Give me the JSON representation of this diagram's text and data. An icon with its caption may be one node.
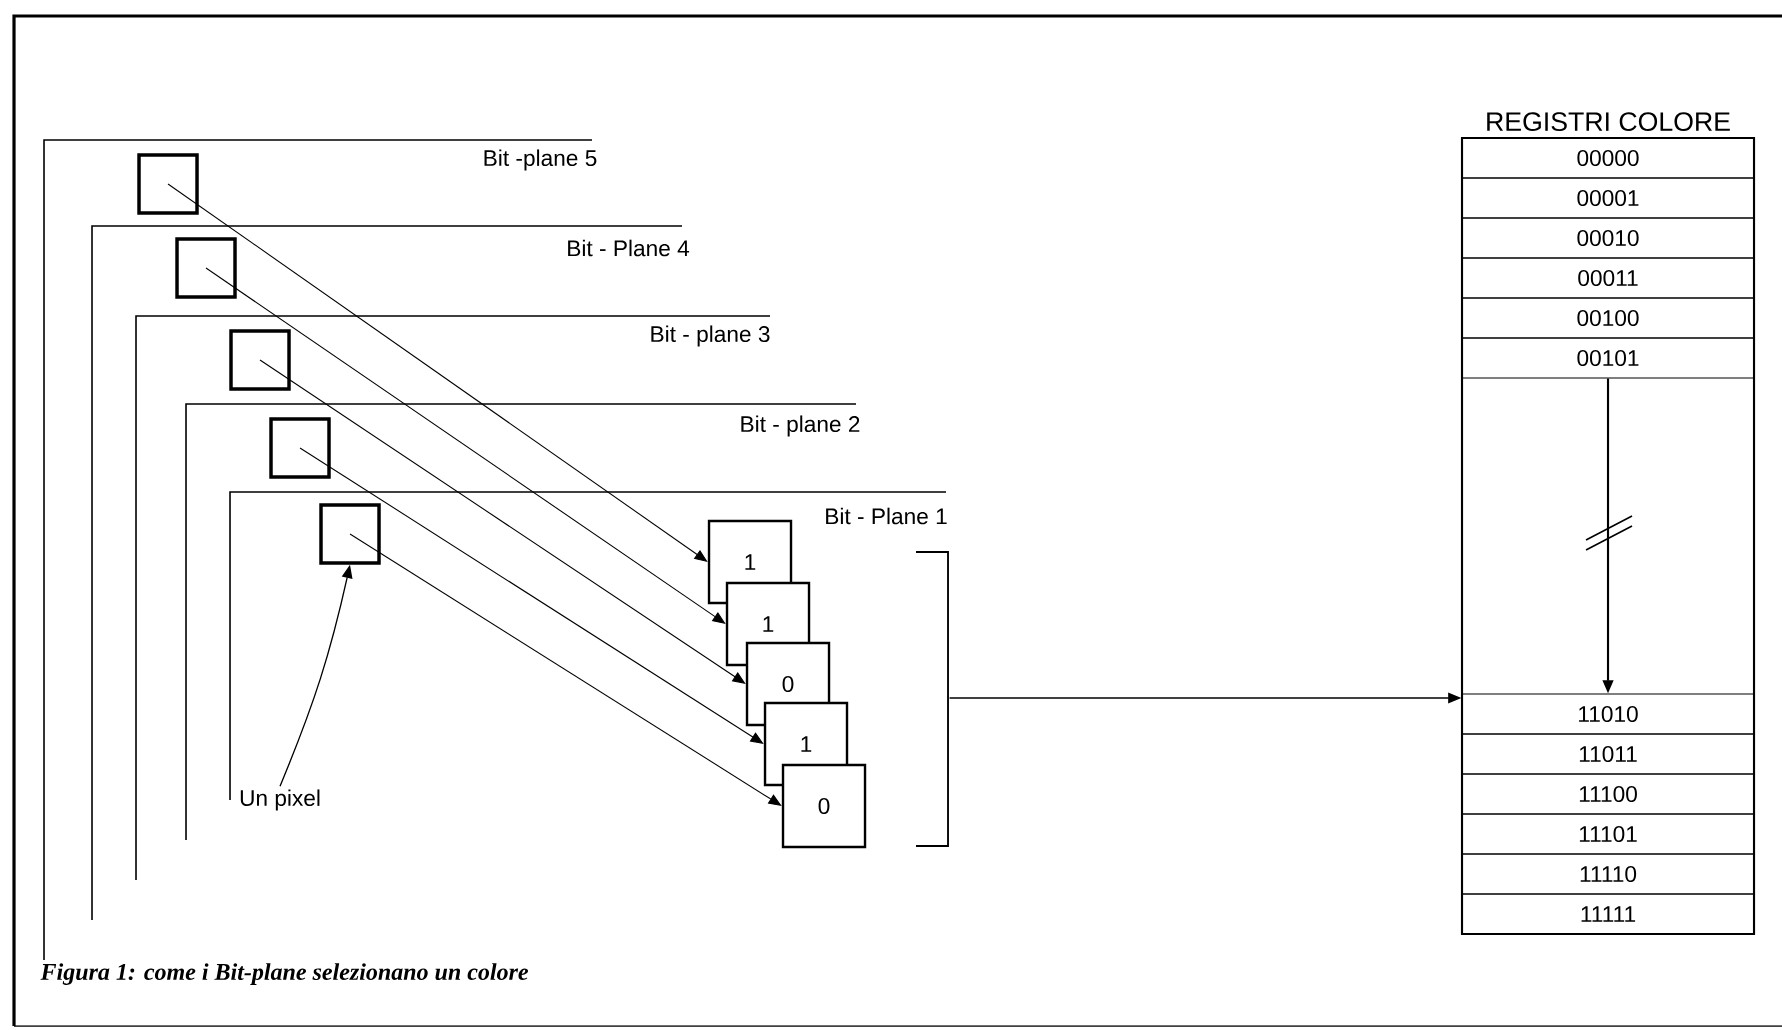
{
  "diagram": {
    "caption": "Figura 1: come i Bit-plane selezionano un colore",
    "nodes": [
      {
        "text": [
          "Bit -plane 5"
        ]
      },
      {
        "text": [
          "Bit - Plane 4"
        ]
      },
      {
        "text": [
          "Bit - plane 3"
        ]
      },
      {
        "text": [
          "Bit - plane 2"
        ]
      },
      {
        "text": [
          "Bit - Plane 1"
        ]
      },
      {
        "text": [],
        "shape": "box"
      },
      {
        "text": [],
        "shape": "box"
      },
      {
        "text": [],
        "shape": "box"
      },
      {
        "text": [],
        "shape": "box"
      },
      {
        "text": [],
        "shape": "box"
      },
      {
        "text": [
          "1"
        ]
      },
      {
        "text": [
          "1"
        ]
      },
      {
        "text": [
          "0"
        ]
      },
      {
        "text": [
          "1"
        ]
      },
      {
        "text": [
          "0"
        ]
      },
      {
        "text": [
          "Un pixel"
        ]
      },
      {
        "text": [],
        "shape": "bracket"
      },
      {
        "text": [
          "REGISTRI COLORE"
        ]
      },
      {
        "text": [
          "00000"
        ],
        "in": 17
      },
      {
        "text": [
          "00001"
        ],
        "in": 17
      },
      {
        "text": [
          "00010"
        ],
        "in": 17
      },
      {
        "text": [
          "00011"
        ],
        "in": 17
      },
      {
        "text": [
          "00100"
        ],
        "in": 17
      },
      {
        "text": [
          "00101"
        ],
        "in": 17
      },
      {
        "text": [
          "11010"
        ],
        "in": 17
      },
      {
        "text": [
          "11011"
        ],
        "in": 17
      },
      {
        "text": [
          "11100"
        ],
        "in": 17
      },
      {
        "text": [
          "11101"
        ],
        "in": 17
      },
      {
        "text": [
          "11110"
        ],
        "in": 17
      },
      {
        "text": [
          "11111"
        ],
        "in": 17
      }
    ],
    "edges": [
      {
        "from": 5,
        "to": 10,
        "arrow": "to"
      },
      {
        "from": 6,
        "to": 11,
        "arrow": "to"
      },
      {
        "from": 7,
        "to": 12,
        "arrow": "to"
      },
      {
        "from": 8,
        "to": 13,
        "arrow": "to"
      },
      {
        "from": 9,
        "to": 14,
        "arrow": "to"
      },
      {
        "from": 15,
        "to": 9,
        "arrow": "to"
      },
      {
        "from": 16,
        "to": 24,
        "arrow": "to"
      },
      {
        "from": 23,
        "to": 24,
        "arrow": "to"
      }
    ]
  }
}
